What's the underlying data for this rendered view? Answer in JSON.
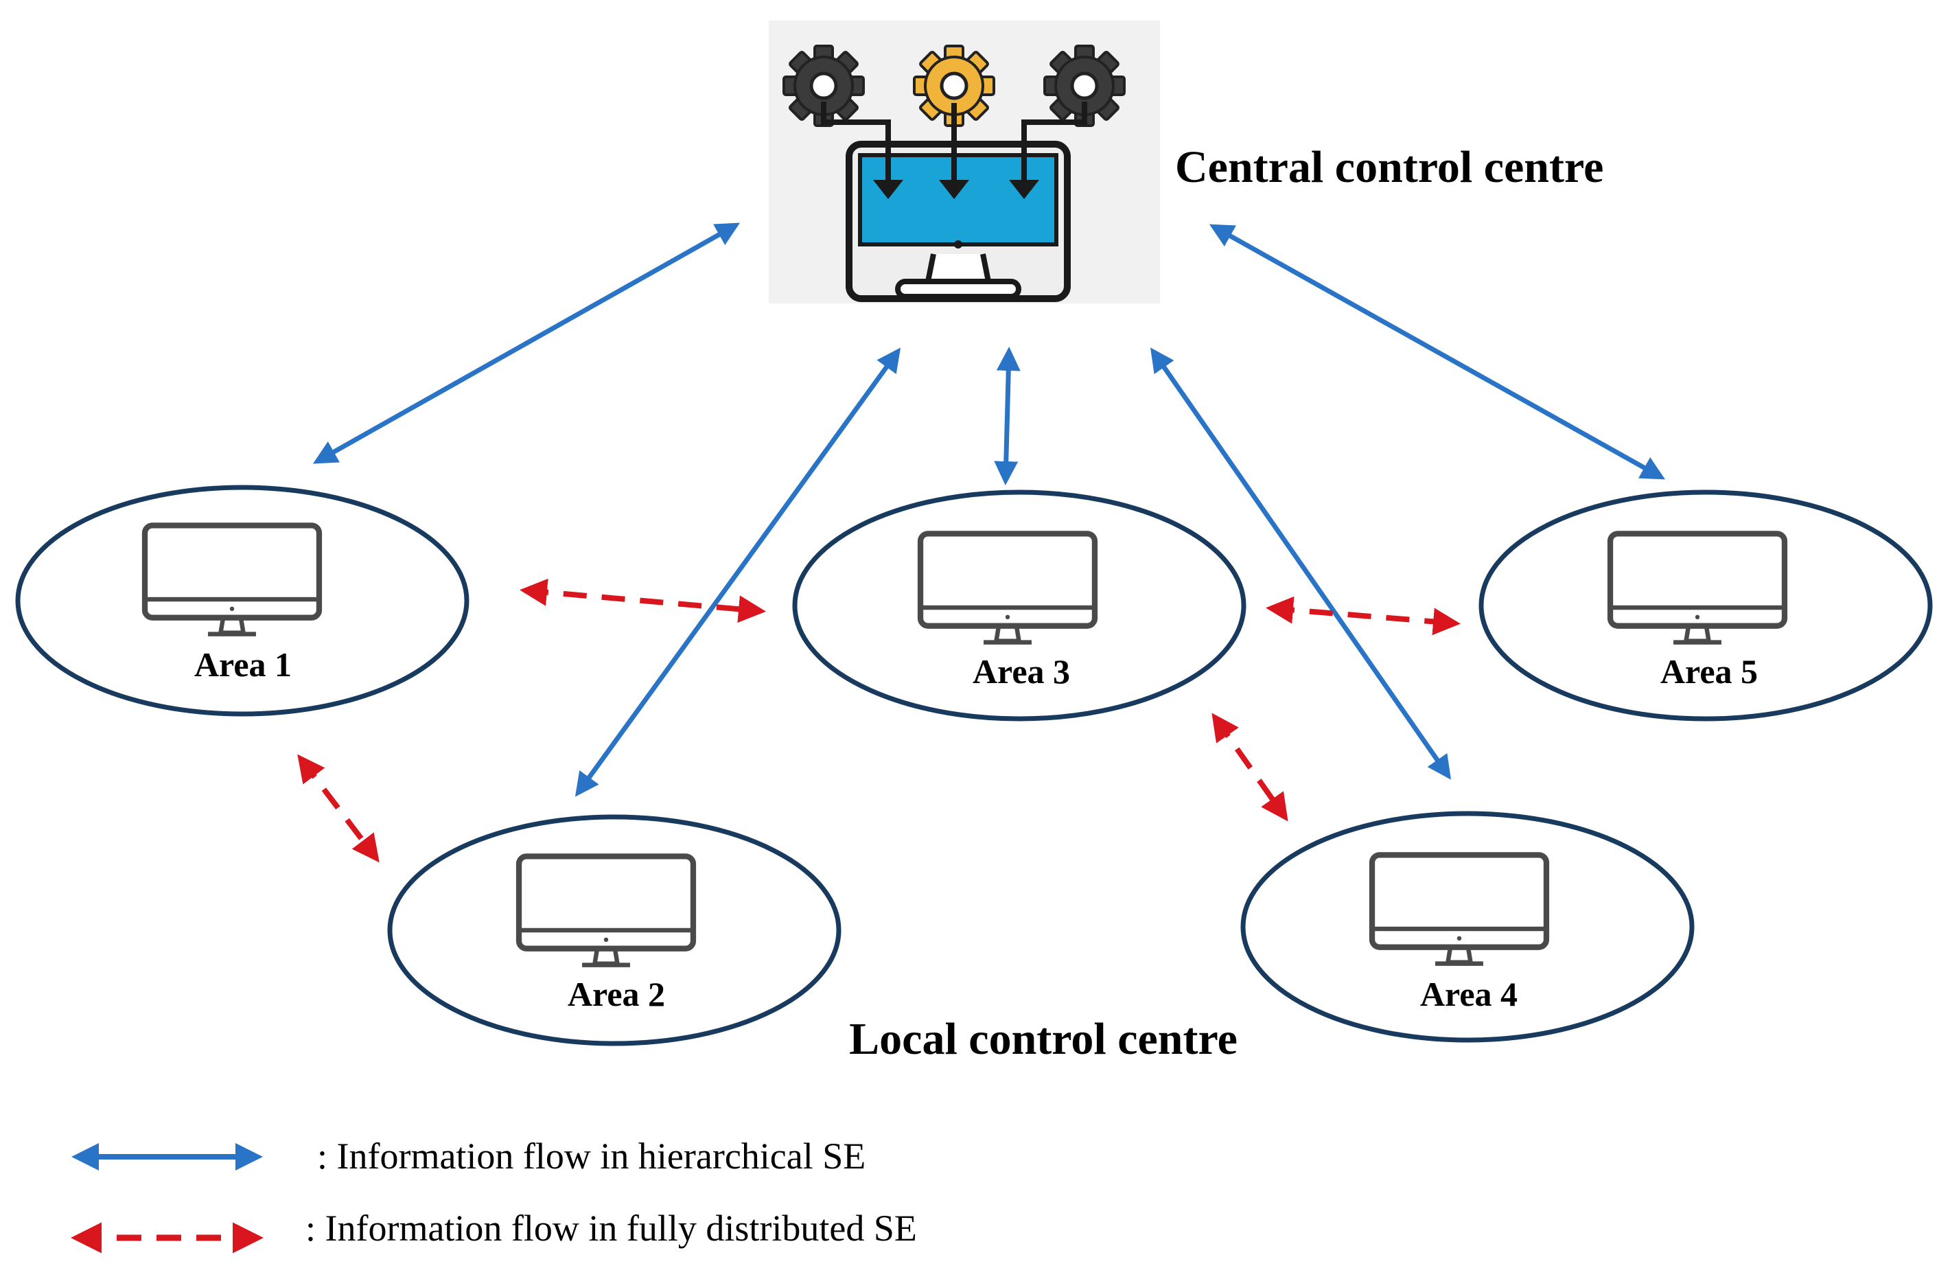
{
  "central": {
    "label": "Central control centre"
  },
  "local": {
    "label": "Local control centre"
  },
  "areas": [
    {
      "id": "area-1",
      "label": "Area 1"
    },
    {
      "id": "area-2",
      "label": "Area 2"
    },
    {
      "id": "area-3",
      "label": "Area 3"
    },
    {
      "id": "area-4",
      "label": "Area 4"
    },
    {
      "id": "area-5",
      "label": "Area 5"
    }
  ],
  "legend": {
    "hierarchical": ": Information flow in hierarchical SE",
    "distributed": ": Information flow in fully distributed SE"
  },
  "colors": {
    "hierarchical_arrow": "#2a74c8",
    "distributed_arrow": "#d9161d",
    "ellipse_stroke": "#173a5e",
    "monitor_screen": "#1aa3d6",
    "gear_dark": "#3b3b3b",
    "gear_accent": "#f1b43a",
    "icon_background": "#f1f1f1",
    "local_monitor_stroke": "#4a4a4a"
  },
  "icons": {
    "central": "computer-with-gears-icon",
    "local": "desktop-monitor-icon"
  },
  "links": {
    "hierarchical": [
      [
        "central",
        "area-1"
      ],
      [
        "central",
        "area-2"
      ],
      [
        "central",
        "area-3"
      ],
      [
        "central",
        "area-4"
      ],
      [
        "central",
        "area-5"
      ]
    ],
    "distributed": [
      [
        "area-1",
        "area-3"
      ],
      [
        "area-3",
        "area-5"
      ],
      [
        "area-1",
        "area-2"
      ],
      [
        "area-3",
        "area-4"
      ]
    ]
  }
}
